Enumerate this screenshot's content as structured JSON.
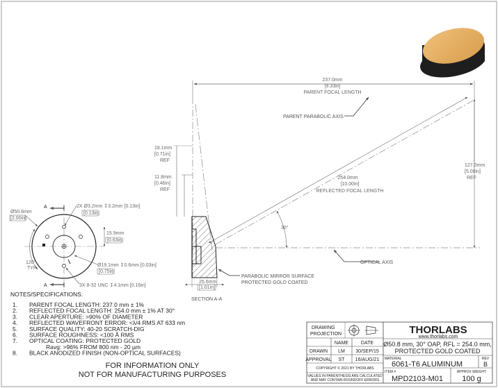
{
  "dims": {
    "parent_focal": {
      "mm": "237.0mm",
      "in": "[9.33in]",
      "label": "PARENT FOCAL LENGTH"
    },
    "parent_axis": "PARENT PARABOLIC AXIS",
    "d18": {
      "mm": "18.1mm",
      "in": "[0.71in]",
      "ref": "REF"
    },
    "d11": {
      "mm": "11.8mm",
      "in": "[0.46in]",
      "ref": "REF"
    },
    "reflected": {
      "mm": "254.0mm",
      "in": "[10.00in]",
      "label": "REFLECTED FOCAL LENGTH"
    },
    "d127": {
      "mm": "127.0mm",
      "in": "[5.00in]",
      "ref": "REF"
    },
    "angle": "30°",
    "optical_axis": "OPTICAL AXIS",
    "mirror_surface": [
      "PARABOLIC MIRROR SURFACE",
      "PROTECTED GOLD COATED"
    ],
    "d25": {
      "mm": "25.6mm",
      "in": "[1.01in]"
    },
    "section": "SECTION A-A",
    "od": {
      "mm": "Ø50.8mm",
      "in": "[2.00in]"
    },
    "holes2x": {
      "main": "2X Ø3.2mm ↧3.2mm [0.13in]",
      "sub": "[0.13in]"
    },
    "d15": {
      "mm": "15.9mm",
      "in": "[0.63in]"
    },
    "angle120": {
      "deg": "120°",
      "typ": "TYP"
    },
    "d19": {
      "mm": "Ø19.1mm ↧0.6mm [0.03in]",
      "in": "[0.75in]"
    },
    "thread": "3X 8-32 UNC ↧4.1mm [0.16in]",
    "sec_a": "A"
  },
  "notes": {
    "title": "NOTES/SPECIFICATIONS:",
    "items": [
      {
        "n": "1.",
        "text": "PARENT FOCAL LENGTH: 237.0 mm ± 1%"
      },
      {
        "n": "2.",
        "text": "REFLECTED FOCAL LENGTH: 254.0 mm ± 1% AT 30°"
      },
      {
        "n": "3.",
        "text": "CLEAR APERTURE: >90% OF DIAMETER"
      },
      {
        "n": "4.",
        "text": "REFLECTED WAVEFRONT ERROR: <λ/4 RMS AT 633 nm"
      },
      {
        "n": "5.",
        "text": "SURFACE QUALITY: 40-20 SCRATCH-DIG"
      },
      {
        "n": "6.",
        "text": "SURFACE ROUGHNESS: <100 Å RMS"
      },
      {
        "n": "7.",
        "text": "OPTICAL COATING: PROTECTED GOLD"
      },
      {
        "n": "",
        "text": "Ravg: >96% FROM 800 nm - 20 µm"
      },
      {
        "n": "8.",
        "text": "BLACK ANODIZED FINISH (NON-OPTICAL SURFACES)"
      }
    ],
    "info1": "FOR INFORMATION ONLY",
    "info2": "NOT FOR MANUFACTURING PURPOSES"
  },
  "title_block": {
    "projection1": "DRAWING",
    "projection2": "PROJECTION",
    "name_h": "NAME",
    "date_h": "DATE",
    "drawn": "DRAWN",
    "drawn_name": "LM",
    "drawn_date": "30/SEP/15",
    "approval": "APPROVAL",
    "approval_name": "ST",
    "approval_date": "16/AUG/21",
    "copyright": "COPYRIGHT © 2021 BY THORLABS",
    "disclaimer1": "VALUES IN PARENTHESIS ARE CALCULATED",
    "disclaimer2": "AND MAY CONTAIN ROUNDOFF ERRORS",
    "logo": "THORLABS",
    "url": "www.thorlabs.com",
    "desc1": "Ø50.8 mm, 30° OAP, RFL = 254.0 mm,",
    "desc2": "PROTECTED GOLD COATED",
    "material_h": "MATERIAL",
    "material": "6061-T6 ALUMINUM",
    "rev_h": "REV",
    "rev": "B",
    "item_h": "ITEM #",
    "item": "MPD2103-M01",
    "weight_h": "APPROX WEIGHT",
    "weight": "100 g"
  },
  "colors": {
    "gold": "#e6ad5c",
    "body": "#1e1e1e"
  }
}
